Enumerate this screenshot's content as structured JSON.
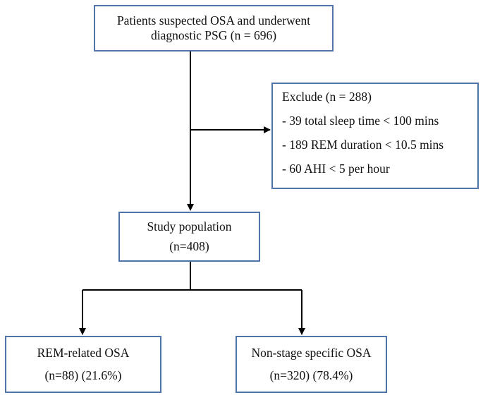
{
  "flowchart": {
    "top_box": {
      "line1": "Patients suspected OSA and underwent",
      "line2": "diagnostic PSG (n = 696)"
    },
    "exclude_box": {
      "title": "Exclude (n = 288)",
      "items": [
        "- 39 total sleep time < 100 mins",
        "- 189 REM duration < 10.5 mins",
        "- 60 AHI < 5 per hour"
      ]
    },
    "study_box": {
      "line1": "Study population",
      "line2": "(n=408)"
    },
    "rem_box": {
      "line1": "REM-related OSA",
      "line2": "(n=88) (21.6%)"
    },
    "non_stage_box": {
      "line1": "Non-stage specific OSA",
      "line2": "(n=320) (78.4%)"
    }
  },
  "colors": {
    "box_border": "#4f75a8",
    "connector": "#000000"
  }
}
